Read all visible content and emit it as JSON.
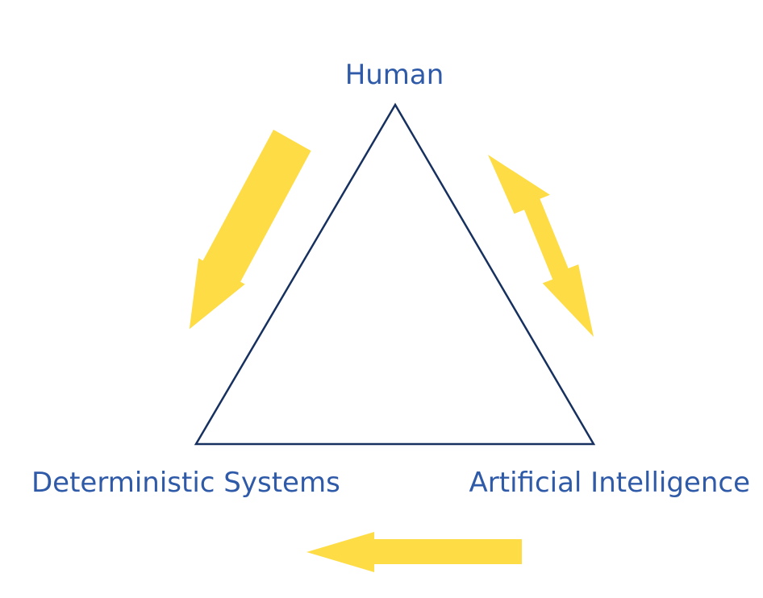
{
  "nodes": {
    "top": "Human",
    "bottom_left": "Deterministic Systems",
    "bottom_right": "Artificial Intelligence"
  },
  "arrows": {
    "left_side": "one-way from Human to Deterministic Systems",
    "right_side": "two-way between Human and Artificial Intelligence",
    "bottom": "one-way from Artificial Intelligence to Deterministic Systems"
  },
  "colors": {
    "text": "#2f5aa8",
    "triangle_stroke": "#16305f",
    "arrow_fill": "#fddc45",
    "background": "#ffffff"
  }
}
